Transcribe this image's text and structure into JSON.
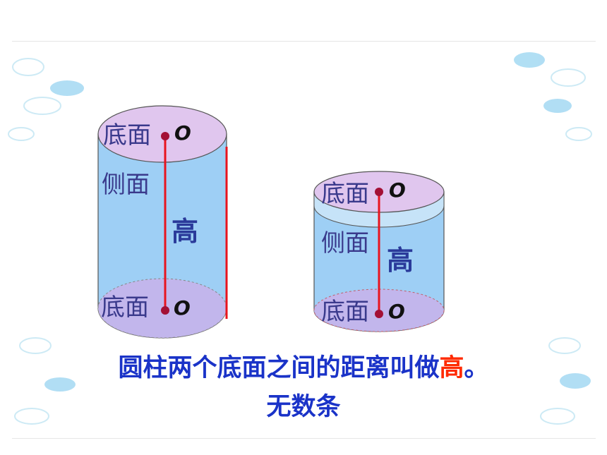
{
  "left_cylinder": {
    "top_label": "底面",
    "top_point": "O",
    "side_label": "侧面",
    "height_label": "高",
    "bottom_label": "底面",
    "bottom_point": "O"
  },
  "right_cylinder": {
    "top_label": "底面",
    "top_point": "O",
    "side_label": "侧面",
    "height_label": "高",
    "bottom_label": "底面",
    "bottom_point": "O"
  },
  "caption": {
    "prefix": "圆柱两个底面之间的距离叫做",
    "highlight": "高",
    "suffix": "。"
  },
  "subcaption": "无数条",
  "colors": {
    "side": "#9ecff5",
    "top_face": "#e0c6ee",
    "bottom_face": "#c2b6ec",
    "height_line": "#e8141e",
    "caption": "#1a33c8",
    "highlight": "#ff2a00"
  }
}
